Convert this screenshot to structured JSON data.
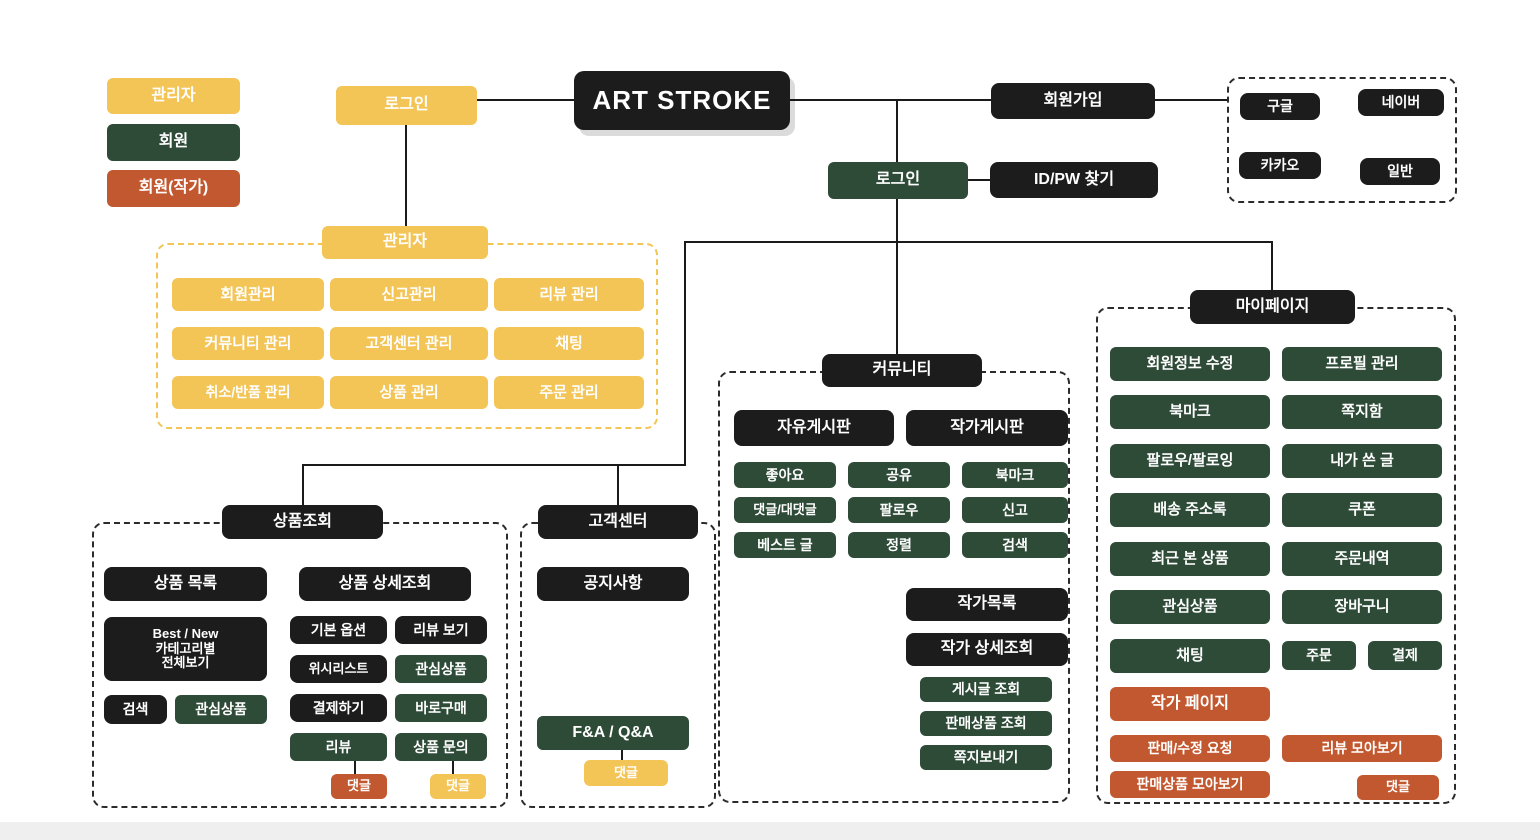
{
  "root": {
    "title": "ART STROKE"
  },
  "legend": {
    "admin": "관리자",
    "member": "회원",
    "artist": "회원(작가)"
  },
  "auth": {
    "admin_login": "로그인",
    "signup": "회원가입",
    "member_login": "로그인",
    "find_idpw": "ID/PW 찾기",
    "providers": [
      "구글",
      "네이버",
      "카카오",
      "일반"
    ]
  },
  "admin_group": {
    "title": "관리자",
    "items": [
      "회원관리",
      "신고관리",
      "리뷰 관리",
      "커뮤니티 관리",
      "고객센터 관리",
      "채팅",
      "취소/반품 관리",
      "상품 관리",
      "주문 관리"
    ]
  },
  "community": {
    "title": "커뮤니티",
    "boards": [
      "자유게시판",
      "작가게시판"
    ],
    "features": [
      "좋아요",
      "공유",
      "북마크",
      "댓글/대댓글",
      "팔로우",
      "신고",
      "베스트 글",
      "정렬",
      "검색"
    ],
    "artist_list": "작가목록",
    "artist_detail": "작가 상세조회",
    "artist_detail_items": [
      "게시글 조회",
      "판매상품 조회",
      "쪽지보내기"
    ]
  },
  "product": {
    "title": "상품조회",
    "list": "상품 목록",
    "detail": "상품 상세조회",
    "sub_lines": [
      "Best / New",
      "카테고리별",
      "전체보기"
    ],
    "search": "검색",
    "favorite": "관심상품",
    "detail_items": [
      "기본 옵션",
      "리뷰 보기",
      "위시리스트",
      "관심상품",
      "결제하기",
      "바로구매",
      "리뷰",
      "상품 문의"
    ],
    "review_comment": "댓글",
    "inquiry_comment": "댓글"
  },
  "support": {
    "title": "고객센터",
    "notice": "공지사항",
    "faq": "F&A / Q&A",
    "comment": "댓글"
  },
  "mypage": {
    "title": "마이페이지",
    "items": [
      "회원정보 수정",
      "프로필 관리",
      "북마크",
      "쪽지함",
      "팔로우/팔로잉",
      "내가 쓴 글",
      "배송 주소록",
      "쿠폰",
      "최근 본 상품",
      "주문내역",
      "관심상품",
      "장바구니",
      "채팅"
    ],
    "order": "주문",
    "payment": "결제",
    "artist_page": "작가 페이지",
    "artist_items": [
      "판매/수정 요청",
      "리뷰 모아보기",
      "판매상품 모아보기",
      "댓글"
    ]
  },
  "colors": {
    "admin_yellow": "#F3C456",
    "member_green": "#2E4B38",
    "artist_orange": "#C2582F",
    "node_black": "#1C1C1C"
  }
}
